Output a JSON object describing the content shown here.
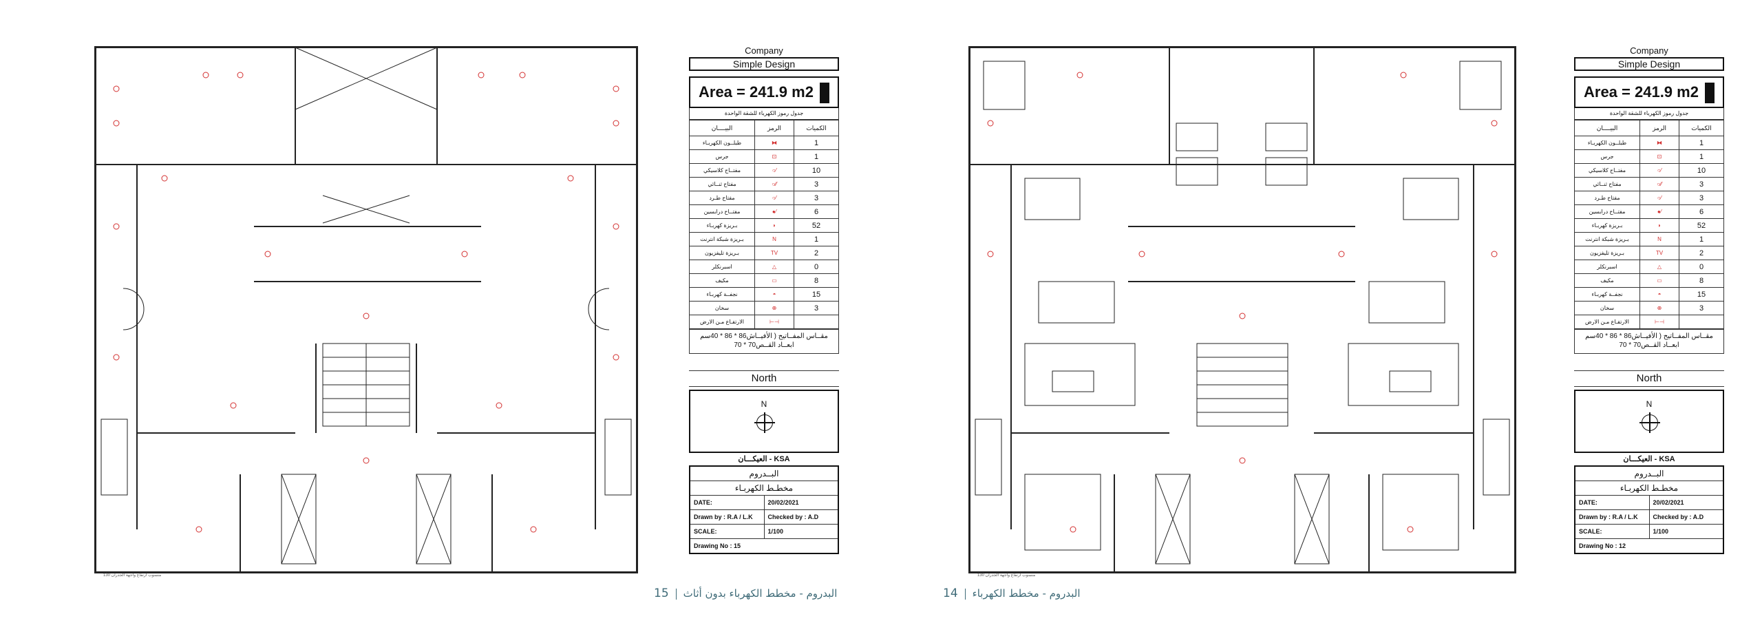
{
  "titleblocks": [
    {
      "company": "Company",
      "design": "Simple Design",
      "area": "Area = 241.9 m2",
      "legend_title": "جدول رموز الكهرباء للشقة الواحدة",
      "headers": {
        "qty": "الكميات",
        "symbol": "الرمز",
        "desc": "البيــــان"
      },
      "rows": [
        {
          "qty": "1",
          "desc": "طبلــون الكهربـاء"
        },
        {
          "qty": "1",
          "desc": "جرس"
        },
        {
          "qty": "10",
          "desc": "مفتــاح كلاسيكي"
        },
        {
          "qty": "3",
          "desc": "مفتاح ثنــائي"
        },
        {
          "qty": "3",
          "desc": "مفتاح طـرد"
        },
        {
          "qty": "6",
          "desc": "مفتــاح درابسين"
        },
        {
          "qty": "52",
          "desc": "بـريزة كهربـاء"
        },
        {
          "qty": "1",
          "desc": "بـريزة شبكة انترنت"
        },
        {
          "qty": "2",
          "desc": "بـريزة تليفزيون"
        },
        {
          "qty": "0",
          "desc": "اسبرنكلر"
        },
        {
          "qty": "8",
          "desc": "مكيف"
        },
        {
          "qty": "15",
          "desc": "نجفــة كهربـاء"
        },
        {
          "qty": "3",
          "desc": "سخان"
        },
        {
          "qty": "",
          "desc": "الارتفـاع مـن الارض"
        }
      ],
      "note": "مقــاس المفــاتيح ( الأفيــاش86 * 86 * 40سم ابعــاد القــص70 * 70",
      "north_label": "North",
      "north_letter": "N",
      "location": "العيكـــان - KSA",
      "project": "البــدروم",
      "sheet_title": "مخطـط الكهربـاء",
      "date_label": "DATE:",
      "date": "20/02/2021",
      "drawn": "Drawn by : R.A / L.K",
      "checked": "Checked by : A.D",
      "scale_label": "SCALE:",
      "scale": "1/100",
      "drawing_no": "Drawing No : 15"
    },
    {
      "company": "Company",
      "design": "Simple Design",
      "area": "Area = 241.9 m2",
      "legend_title": "جدول رموز الكهرباء للشقة الواحدة",
      "headers": {
        "qty": "الكميات",
        "symbol": "الرمز",
        "desc": "البيــــان"
      },
      "rows": [
        {
          "qty": "1",
          "desc": "طبلــون الكهربـاء"
        },
        {
          "qty": "1",
          "desc": "جرس"
        },
        {
          "qty": "10",
          "desc": "مفتــاح كلاسيكي"
        },
        {
          "qty": "3",
          "desc": "مفتاح ثنــائي"
        },
        {
          "qty": "3",
          "desc": "مفتاح طـرد"
        },
        {
          "qty": "6",
          "desc": "مفتــاح درابسين"
        },
        {
          "qty": "52",
          "desc": "بـريزة كهربـاء"
        },
        {
          "qty": "1",
          "desc": "بـريزة شبكة انترنت"
        },
        {
          "qty": "2",
          "desc": "بـريزة تليفزيون"
        },
        {
          "qty": "0",
          "desc": "اسبرنكلر"
        },
        {
          "qty": "8",
          "desc": "مكيف"
        },
        {
          "qty": "15",
          "desc": "نجفــة كهربـاء"
        },
        {
          "qty": "3",
          "desc": "سخان"
        },
        {
          "qty": "",
          "desc": "الارتفـاع مـن الارض"
        }
      ],
      "note": "مقــاس المفــاتيح ( الأفيــاش86 * 86 * 40سم ابعــاد القــص70 * 70",
      "north_label": "North",
      "north_letter": "N",
      "location": "العيكـــان - KSA",
      "project": "البــدروم",
      "sheet_title": "مخطـط الكهربـاء",
      "date_label": "DATE:",
      "date": "20/02/2021",
      "drawn": "Drawn by : R.A / L.K",
      "checked": "Checked by : A.D",
      "scale_label": "SCALE:",
      "scale": "1/100",
      "drawing_no": "Drawing No : 12"
    }
  ],
  "captions": [
    {
      "number": "15",
      "text": "البدروم - مخطط الكهرباء بدون أثاث"
    },
    {
      "number": "14",
      "text": "البدروم - مخطط الكهرباء"
    }
  ],
  "plan_foot": "منسوب ارتفاع واجهة الجدران 130",
  "colors": {
    "electrical": "#d32f2f",
    "caption": "#3f6b78"
  }
}
